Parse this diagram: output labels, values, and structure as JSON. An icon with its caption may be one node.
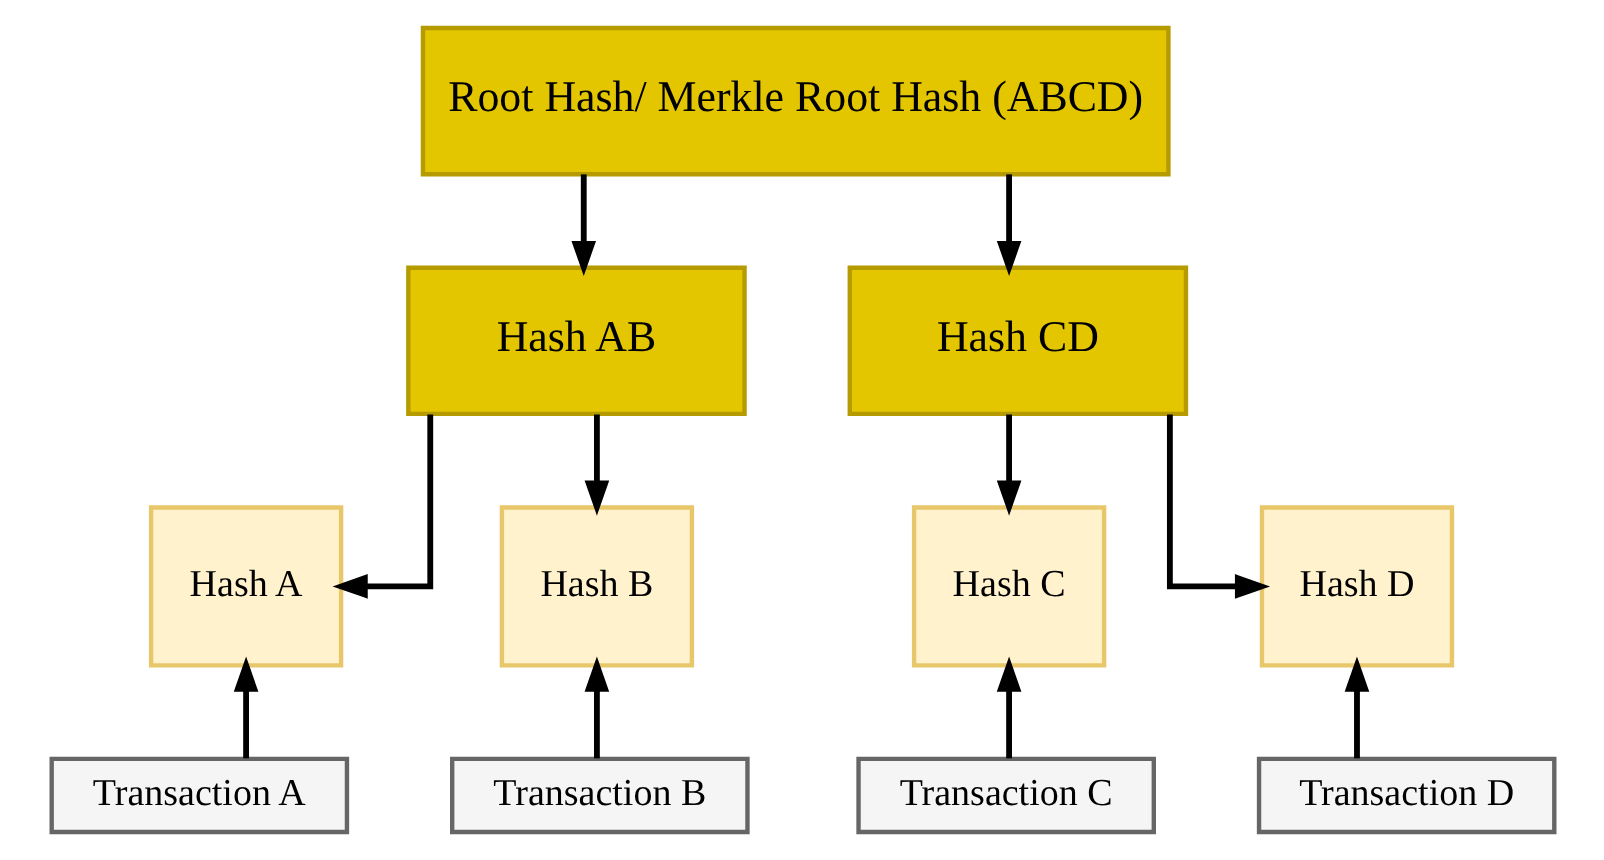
{
  "diagram": {
    "nodes": [
      {
        "text": [
          "Root Hash/ Merkle Root Hash (ABCD)"
        ]
      },
      {
        "text": [
          "Hash AB"
        ]
      },
      {
        "text": [
          "Hash CD"
        ]
      },
      {
        "text": [
          "Hash A"
        ]
      },
      {
        "text": [
          "Hash B"
        ]
      },
      {
        "text": [
          "Hash C"
        ]
      },
      {
        "text": [
          "Hash D"
        ]
      },
      {
        "text": [
          "Transaction A"
        ]
      },
      {
        "text": [
          "Transaction B"
        ]
      },
      {
        "text": [
          "Transaction C"
        ]
      },
      {
        "text": [
          "Transaction D"
        ]
      }
    ],
    "edges": [
      {
        "from": 0,
        "to": 1,
        "arrow": "to"
      },
      {
        "from": 0,
        "to": 2,
        "arrow": "to"
      },
      {
        "from": 1,
        "to": 3,
        "arrow": "to"
      },
      {
        "from": 1,
        "to": 4,
        "arrow": "to"
      },
      {
        "from": 2,
        "to": 5,
        "arrow": "to"
      },
      {
        "from": 2,
        "to": 6,
        "arrow": "to"
      },
      {
        "from": 7,
        "to": 3,
        "arrow": "to"
      },
      {
        "from": 8,
        "to": 4,
        "arrow": "to"
      },
      {
        "from": 9,
        "to": 5,
        "arrow": "to"
      },
      {
        "from": 10,
        "to": 6,
        "arrow": "to"
      }
    ]
  }
}
